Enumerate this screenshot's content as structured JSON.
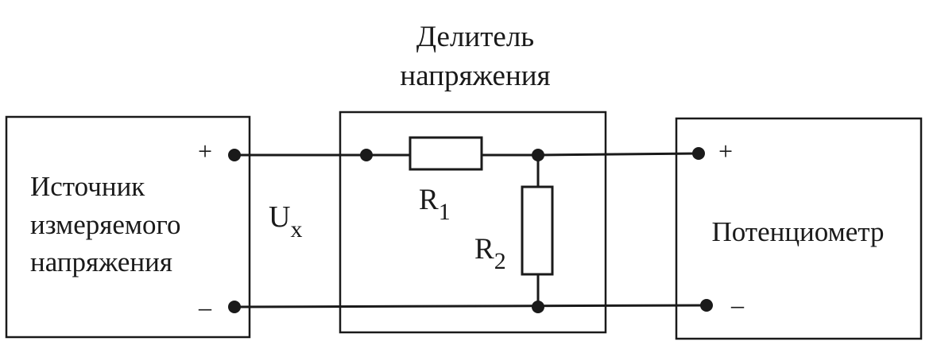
{
  "divider": {
    "title_line1": "Делитель",
    "title_line2": "напряжения",
    "r1_main": "R",
    "r1_sub": "1",
    "r2_main": "R",
    "r2_sub": "2"
  },
  "source": {
    "line1": "Источник",
    "line2": "измеряемого",
    "line3": "напряжения",
    "plus": "+",
    "minus": "–"
  },
  "voltage": {
    "main": "U",
    "sub": "x"
  },
  "potentiometer": {
    "label": "Потенциометр",
    "plus": "+",
    "minus": "–"
  },
  "colors": {
    "ink": "#1a1a1a",
    "background": "#ffffff"
  }
}
